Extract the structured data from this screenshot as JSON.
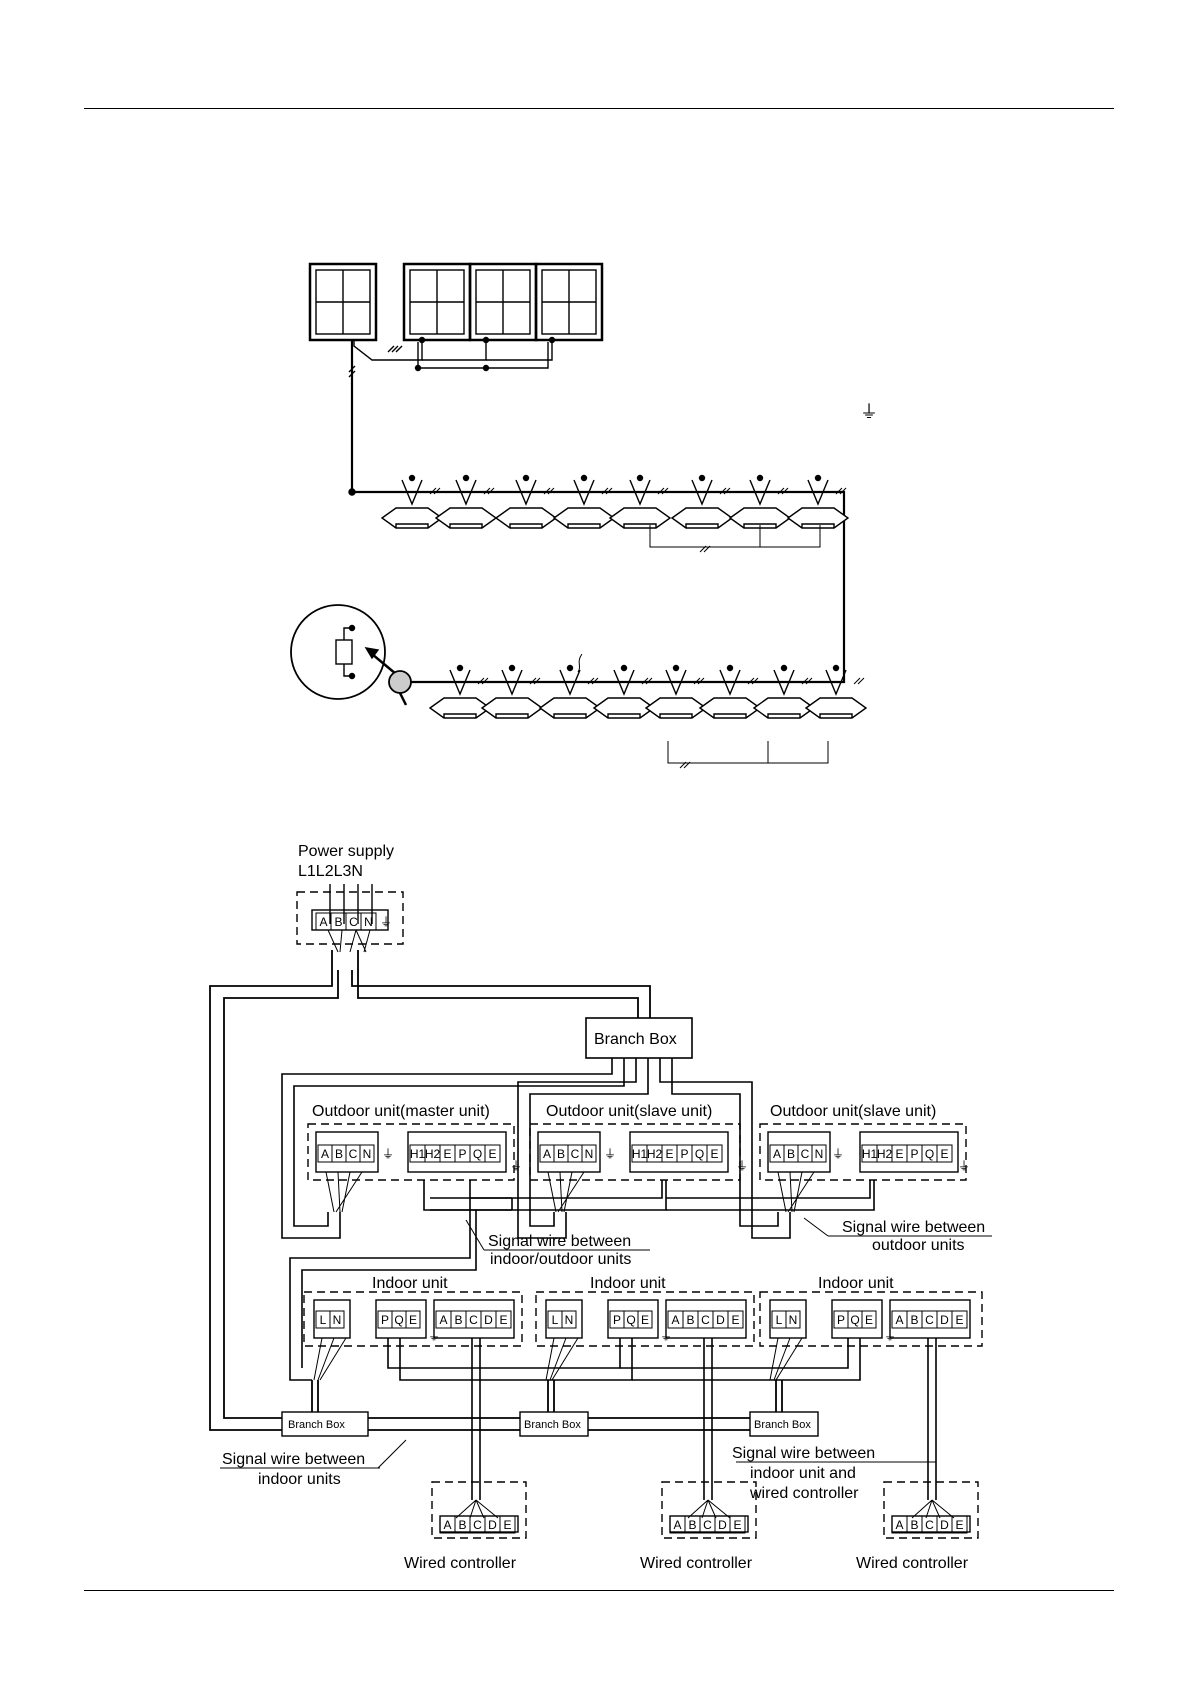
{
  "power": {
    "title": "Power supply",
    "phases": "L1L2L3N"
  },
  "branch_box": {
    "main": "Branch Box",
    "small": [
      "Branch Box",
      "Branch Box",
      "Branch Box"
    ]
  },
  "outdoor_units": [
    {
      "label": "Outdoor unit(master unit)"
    },
    {
      "label": "Outdoor unit(slave unit)"
    },
    {
      "label": "Outdoor unit(slave unit)"
    }
  ],
  "outdoor_terminals": {
    "power": [
      "A",
      "B",
      "C",
      "N"
    ],
    "signal": [
      "H1",
      "H2",
      "E",
      "P",
      "Q",
      "E"
    ]
  },
  "indoor_units": [
    {
      "label": "Indoor unit"
    },
    {
      "label": "Indoor unit"
    },
    {
      "label": "Indoor unit"
    }
  ],
  "indoor_terminals": {
    "power": [
      "L",
      "N"
    ],
    "signal": [
      "P",
      "Q",
      "E"
    ],
    "controller": [
      "A",
      "B",
      "C",
      "D",
      "E"
    ]
  },
  "supply_terminals": [
    "A",
    "B",
    "C",
    "N"
  ],
  "wired_controllers": [
    {
      "label": "Wired controller",
      "terminals": [
        "A",
        "B",
        "C",
        "D",
        "E"
      ]
    },
    {
      "label": "Wired controller",
      "terminals": [
        "A",
        "B",
        "C",
        "D",
        "E"
      ]
    },
    {
      "label": "Wired controller",
      "terminals": [
        "A",
        "B",
        "C",
        "D",
        "E"
      ]
    }
  ],
  "annotations": {
    "signal_in_out": [
      "Signal wire between",
      "indoor/outdoor units"
    ],
    "signal_outdoor": [
      "Signal wire between",
      "outdoor units"
    ],
    "signal_indoor": [
      "Signal wire between",
      "indoor units"
    ],
    "signal_controller": [
      "Signal wire between",
      "indoor unit and",
      "wired controller"
    ]
  },
  "symbols": {
    "ground": "⏚"
  }
}
